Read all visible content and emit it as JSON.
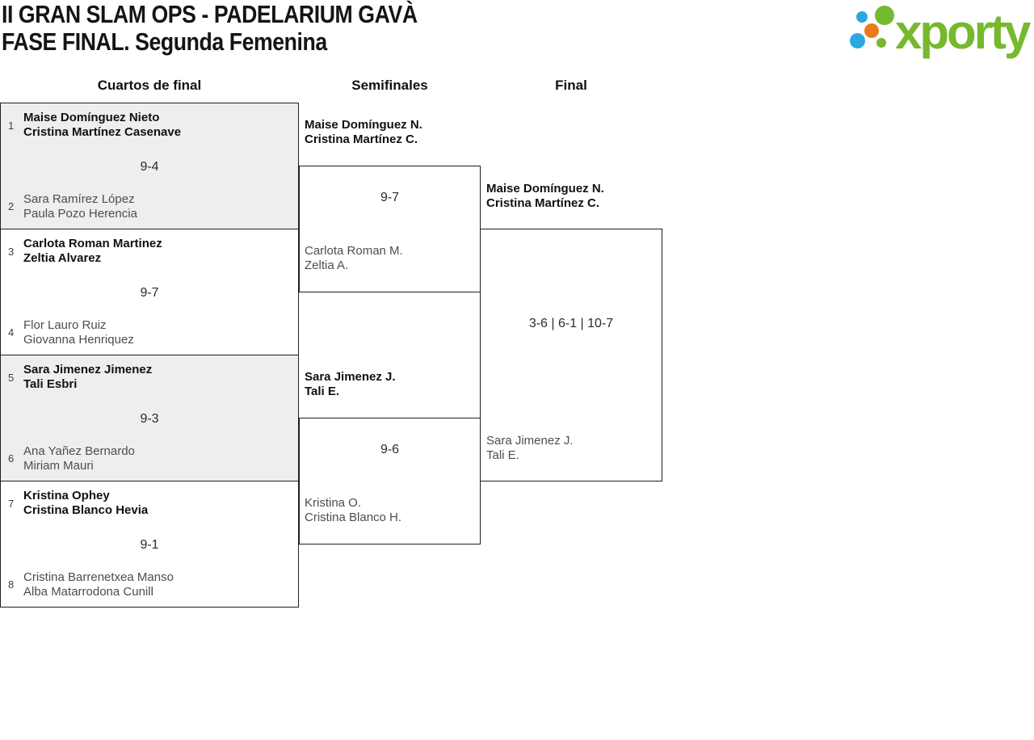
{
  "title": {
    "line1": "II GRAN SLAM OPS - PADELARIUM GAVÀ",
    "line2": "FASE FINAL. Segunda Femenina"
  },
  "logo": {
    "text": "xporty",
    "colors": {
      "green": "#76b82e",
      "blue": "#2aa9e0",
      "orange": "#e87b17"
    }
  },
  "columns": {
    "quarterfinals": "Cuartos de final",
    "semifinals": "Semifinales",
    "final": "Final"
  },
  "bracket": {
    "quarterfinals": [
      {
        "seeds": [
          "1",
          "2"
        ],
        "team1": [
          "Maise Domínguez Nieto",
          "Cristina Martínez Casenave"
        ],
        "score": "9-4",
        "team2": [
          "Sara Ramírez López",
          "Paula Pozo Herencia"
        ]
      },
      {
        "seeds": [
          "3",
          "4"
        ],
        "team1": [
          "Carlota Roman Martinez",
          "Zeltia Alvarez"
        ],
        "score": "9-7",
        "team2": [
          "Flor Lauro Ruiz",
          "Giovanna Henriquez"
        ]
      },
      {
        "seeds": [
          "5",
          "6"
        ],
        "team1": [
          "Sara Jimenez Jimenez",
          "Tali Esbri"
        ],
        "score": "9-3",
        "team2": [
          "Ana Yañez Bernardo",
          "Miriam Mauri"
        ]
      },
      {
        "seeds": [
          "7",
          "8"
        ],
        "team1": [
          "Kristina Ophey",
          "Cristina Blanco Hevia"
        ],
        "score": "9-1",
        "team2": [
          "Cristina Barrenetxea Manso",
          "Alba Matarrodona Cunill"
        ]
      }
    ],
    "semifinals": [
      {
        "winner": [
          "Maise Domínguez N.",
          "Cristina Martínez C."
        ],
        "score": "9-7",
        "loser": [
          "Carlota Roman M.",
          "Zeltia A."
        ]
      },
      {
        "winner": [
          "Sara Jimenez J.",
          "Tali E."
        ],
        "score": "9-6",
        "loser": [
          "Kristina O.",
          "Cristina Blanco H."
        ]
      }
    ],
    "final": {
      "winner": [
        "Maise Domínguez N.",
        "Cristina Martínez C."
      ],
      "score": "3-6 | 6-1 | 10-7",
      "loser": [
        "Sara Jimenez J.",
        "Tali E."
      ]
    }
  },
  "colors": {
    "box_border": "#1f1f1f",
    "shaded_box_bg": "#eeeeee",
    "winner_text": "#111111",
    "loser_text": "#4d4d4d"
  }
}
